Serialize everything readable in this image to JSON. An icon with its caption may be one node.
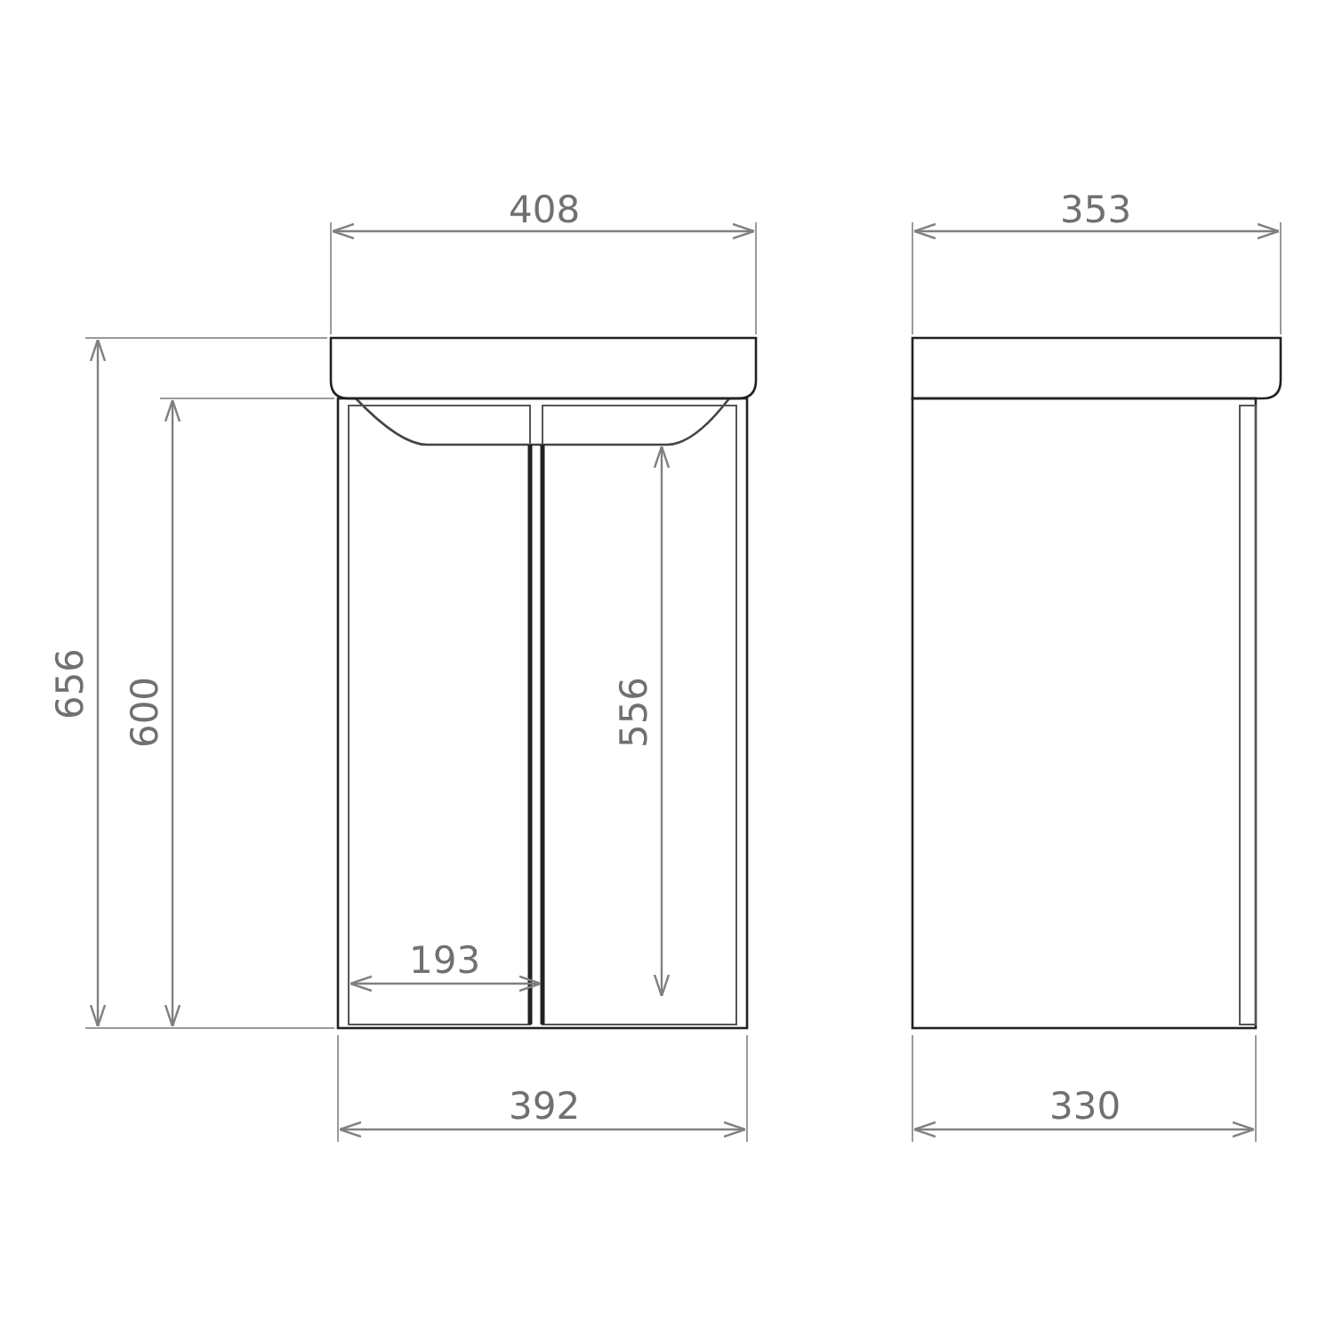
{
  "diagram": {
    "labels": [
      "408",
      "353",
      "656",
      "600",
      "556",
      "193",
      "392",
      "330"
    ]
  }
}
